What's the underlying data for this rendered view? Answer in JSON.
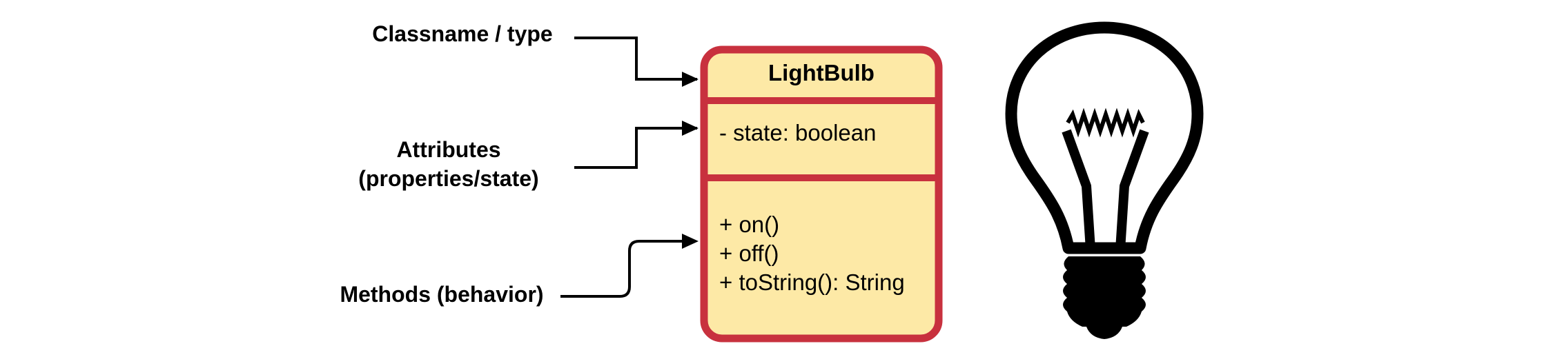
{
  "annotations": {
    "classname": "Classname / type",
    "attributes_line1": "Attributes",
    "attributes_line2": "(properties/state)",
    "methods": "Methods (behavior)"
  },
  "uml_class": {
    "name": "LightBulb",
    "attributes": [
      "- state: boolean"
    ],
    "methods": [
      "+ on()",
      "+ off()",
      "+ toString(): String"
    ]
  },
  "colors": {
    "box_fill": "#fde9a6",
    "box_border": "#c8313e",
    "text": "#000000",
    "arrow": "#000000",
    "bulb": "#000000"
  },
  "icons": {
    "bulb": "light-bulb-icon"
  }
}
